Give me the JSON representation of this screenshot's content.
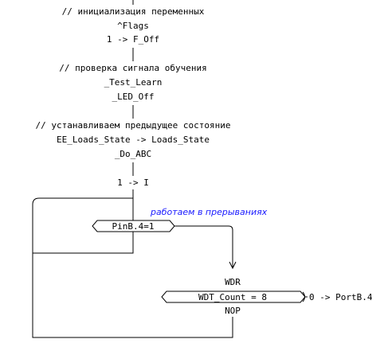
{
  "diagram": {
    "comment_init": "// инициализация переменных",
    "label_flags": "^Flags",
    "assign_flags": "1 -> F_Off",
    "comment_check": "// проверка сигнала обучения",
    "call_test_learn": "_Test_Learn",
    "call_led_off": "_LED_Off",
    "comment_restore": "// устанавливаем предыдущее состояние",
    "assign_loads": "EE_Loads_State -> Loads_State",
    "call_do_abc": "_Do_ABC",
    "assign_i": "1 -> I",
    "comment_interrupts": "работаем в прерываниях",
    "condition_pinb": "PinB.4=1",
    "label_wdr": "WDR",
    "condition_wdt": "WDT_Count = 8",
    "assign_portb": "0 -> PortB.4",
    "label_nop": "NOP"
  }
}
